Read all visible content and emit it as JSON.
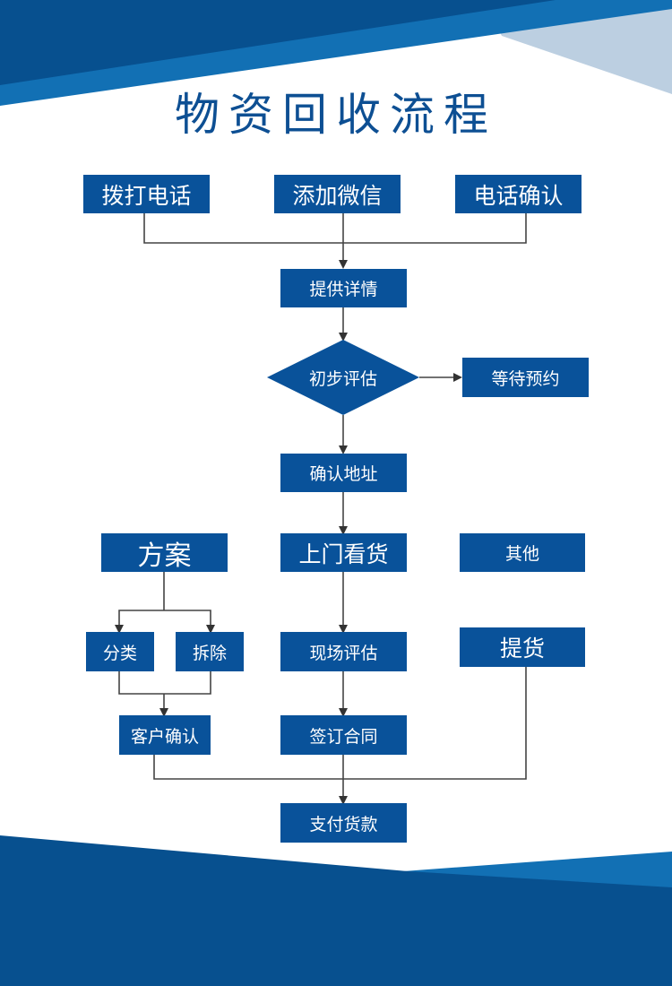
{
  "page": {
    "title": "物资回收流程"
  },
  "colors": {
    "box": "#09529a",
    "title": "#0d4f93",
    "line": "#333333",
    "banner_dark": "#07508f",
    "banner_mid": "#1270b4",
    "banner_light": "#bccfe1"
  },
  "flow": {
    "contact": {
      "call": "拨打电话",
      "wechat": "添加微信",
      "phone_confirm": "电话确认"
    },
    "provide_details": "提供详情",
    "initial_assessment": "初步评估",
    "wait_appointment": "等待预约",
    "confirm_address": "确认地址",
    "plan": "方案",
    "classify": "分类",
    "dismantle": "拆除",
    "customer_confirm": "客户确认",
    "onsite_inspection": "上门看货",
    "onsite_assessment": "现场评估",
    "sign_contract": "签订合同",
    "other": "其他",
    "pickup": "提货",
    "payment": "支付货款"
  }
}
